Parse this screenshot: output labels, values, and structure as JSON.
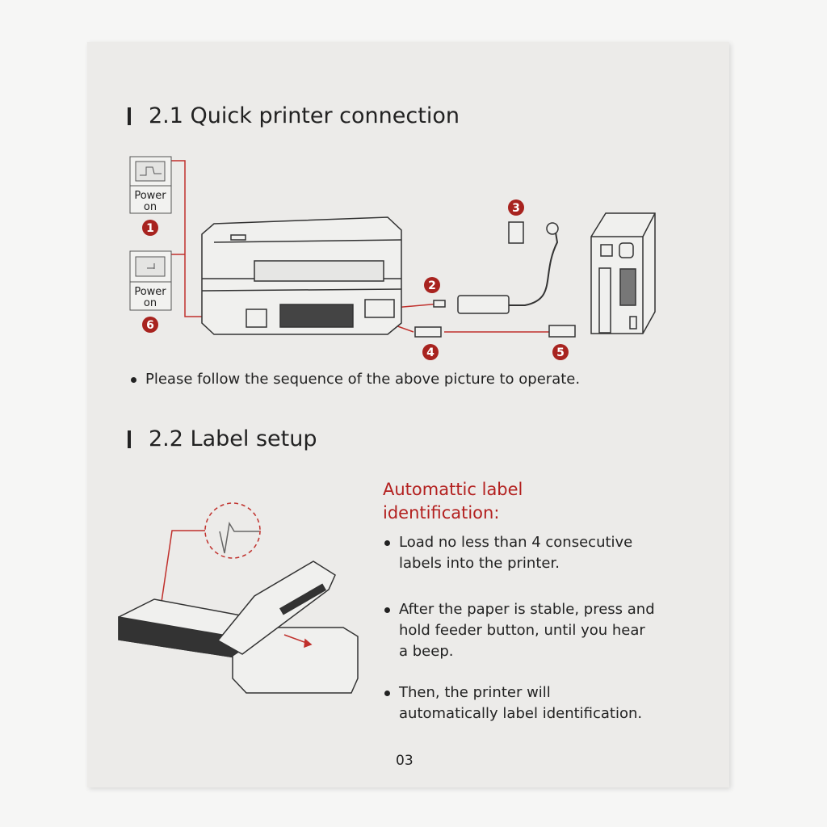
{
  "section1": {
    "title": "2.1 Quick printer connection",
    "power_labels": [
      "Power",
      "on"
    ],
    "power_label_2": [
      "Power",
      "on"
    ],
    "steps": [
      "1",
      "2",
      "3",
      "4",
      "5",
      "6"
    ],
    "instruction": "Please follow the sequence of the above picture to operate."
  },
  "section2": {
    "title": "2.2 Label setup",
    "subtitle_line1": "Automattic label",
    "subtitle_line2": "identification:",
    "bullets": [
      [
        "Load no less than 4 consecutive",
        "labels into the printer."
      ],
      [
        "After the paper is stable, press and",
        "hold feeder button, until you hear",
        "a beep."
      ],
      [
        "Then, the printer will",
        "automatically label identification."
      ]
    ]
  },
  "page_number": "03",
  "colors": {
    "accent": "#b3201f",
    "page": "#ecebe9"
  }
}
